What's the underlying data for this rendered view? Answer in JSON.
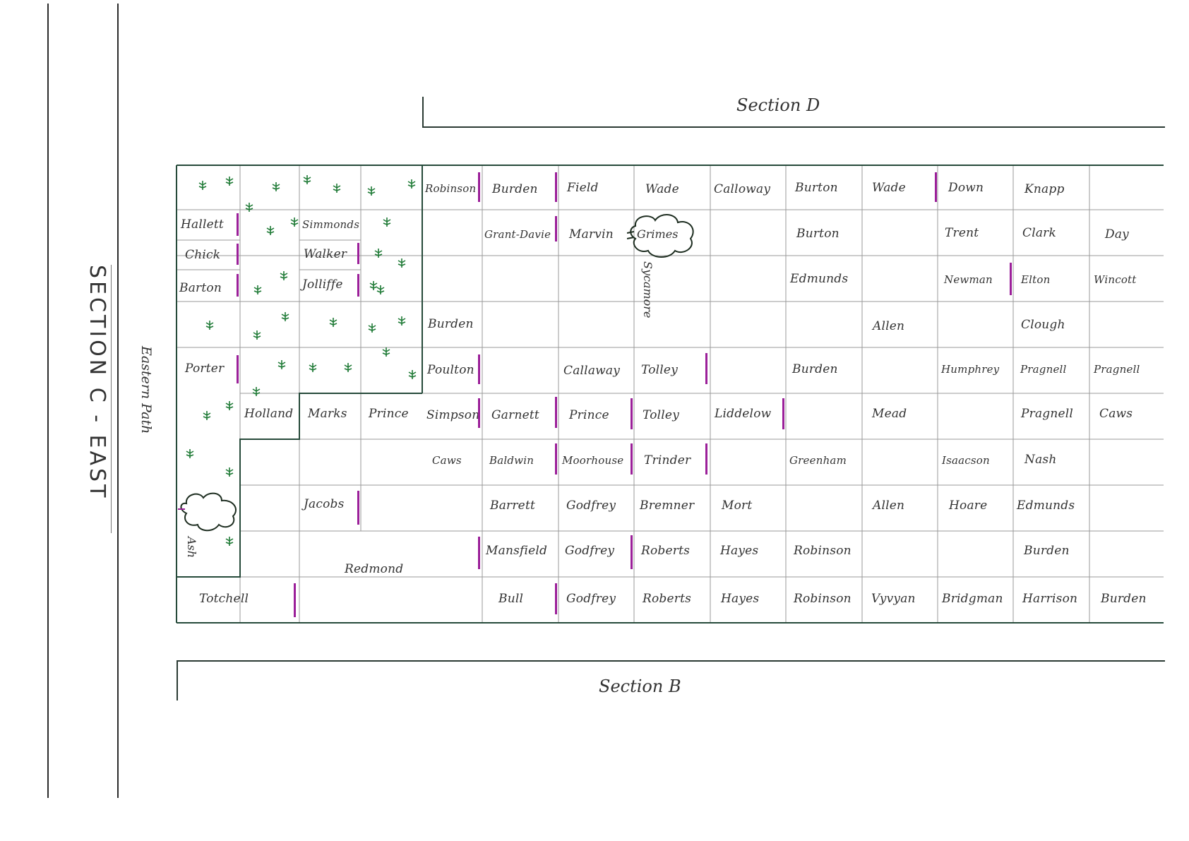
{
  "section_title": "SECTION C - EAST",
  "path_label": "Eastern Path",
  "section_top_label": "Section D",
  "section_bottom_label": "Section B",
  "colors": {
    "grid": "#264a3a",
    "marker": "#9b1f99",
    "shrub": "#1e7a35",
    "text": "#333333"
  },
  "trees": [
    {
      "name": "Grimes",
      "icon": "tree-outline-icon"
    },
    {
      "name": "Sycamore",
      "icon": "tree-outline-icon"
    },
    {
      "name": "Ash",
      "icon": "tree-outline-icon"
    }
  ],
  "plots": {
    "hallett": "Hallett",
    "chick": "Chick",
    "barton": "Barton",
    "simmonds": "Simmonds",
    "walker": "Walker",
    "jolliffe": "Jolliffe",
    "porter": "Porter",
    "holland": "Holland",
    "marks": "Marks",
    "prince1": "Prince",
    "jacobs": "Jacobs",
    "redmond": "Redmond",
    "totchell": "Totchell",
    "robinson1": "Robinson",
    "burden1": "Burden",
    "field": "Field",
    "wade1": "Wade",
    "calloway1": "Calloway",
    "burton1": "Burton",
    "wade2": "Wade",
    "down": "Down",
    "knapp": "Knapp",
    "grant_davie": "Grant-Davie",
    "marvin": "Marvin",
    "burton2": "Burton",
    "trent": "Trent",
    "clark": "Clark",
    "day": "Day",
    "edmunds1": "Edmunds",
    "newman": "Newman",
    "elton": "Elton",
    "wincott": "Wincott",
    "burden2": "Burden",
    "allen1": "Allen",
    "clough": "Clough",
    "poulton": "Poulton",
    "callaway2": "Callaway",
    "tolley1": "Tolley",
    "burden3": "Burden",
    "humphrey": "Humphrey",
    "pragnell1": "Pragnell",
    "pragnell2": "Pragnell",
    "simpson": "Simpson",
    "garnett": "Garnett",
    "prince2": "Prince",
    "tolley2": "Tolley",
    "liddelow": "Liddelow",
    "mead": "Mead",
    "pragnell3": "Pragnell",
    "caws1": "Caws",
    "caws2": "Caws",
    "baldwin": "Baldwin",
    "moorhouse": "Moorhouse",
    "trinder": "Trinder",
    "greenham": "Greenham",
    "isaacson": "Isaacson",
    "nash": "Nash",
    "barrett": "Barrett",
    "godfrey1": "Godfrey",
    "bremner": "Bremner",
    "mort": "Mort",
    "allen2": "Allen",
    "hoare": "Hoare",
    "edmunds2": "Edmunds",
    "mansfield": "Mansfield",
    "godfrey2": "Godfrey",
    "roberts1": "Roberts",
    "hayes1": "Hayes",
    "robinson2": "Robinson",
    "burden4": "Burden",
    "bull": "Bull",
    "godfrey3": "Godfrey",
    "roberts2": "Roberts",
    "hayes2": "Hayes",
    "robinson3": "Robinson",
    "vyvyan": "Vyvyan",
    "bridgman": "Bridgman",
    "harrison": "Harrison",
    "burden5": "Burden"
  }
}
